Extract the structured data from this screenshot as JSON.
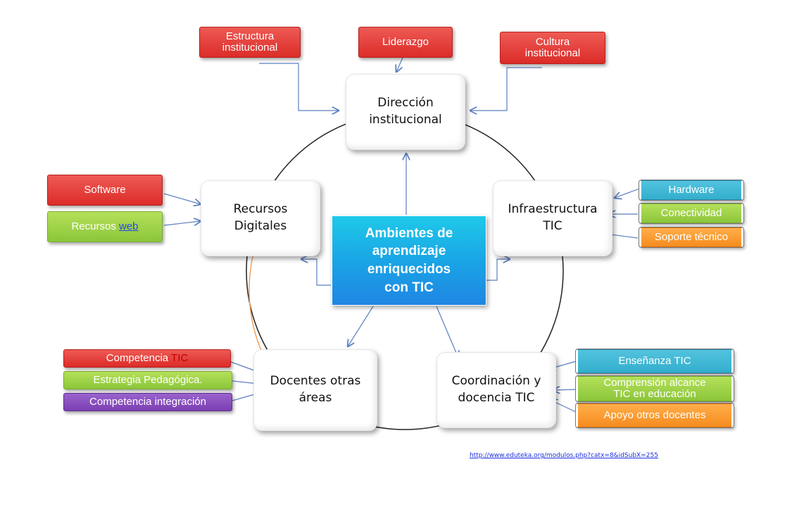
{
  "center": {
    "line1": "Ambientes de",
    "line2": "aprendizaje",
    "line3": "enriquecidos",
    "line4": "con TIC"
  },
  "nodes": {
    "direccion": {
      "line1": "Dirección",
      "line2": "institucional"
    },
    "infraestructura": {
      "line1": "Infraestructura",
      "line2": "TIC"
    },
    "coordinacion": {
      "line1": "Coordinación y",
      "line2": "docencia TIC"
    },
    "docentes": {
      "line1": "Docentes otras",
      "line2": "áreas"
    },
    "recursos": {
      "line1": "Recursos",
      "line2": "Digitales"
    }
  },
  "tags": {
    "estructura": {
      "line1": "Estructura",
      "line2": "institucional"
    },
    "liderazgo": "Liderazgo",
    "cultura": {
      "line1": "Cultura",
      "line2": "institucional"
    },
    "hardware": "Hardware",
    "conectividad": "Conectividad",
    "soporte": "Soporte técnico",
    "ensenanza": "Enseñanza TIC",
    "comprension": {
      "line1": "Comprensión alcance",
      "line2": "TIC  en educación"
    },
    "apoyo": "Apoyo otros docentes",
    "competencia_tic": {
      "prefix": "Competencia ",
      "suffix": "TIC"
    },
    "estrategia": "Estrategia Pedagógica.",
    "competencia_integracion": "Competencia integración",
    "software": "Software",
    "recursos_web": {
      "prefix": "Recursos ",
      "link": "web"
    }
  },
  "source_url": "http://www.eduteka.org/modulos.php?catx=8&idSubX=255",
  "colors": {
    "red_tag": "#dc2c28",
    "green_tag": "#8cc63a",
    "purple_tag": "#7b3fb2",
    "blue_tag": "#33aecd",
    "orange_tag": "#f68c1f",
    "center_gradient_top": "#1fc9e8",
    "center_gradient_bottom": "#1f86e3",
    "arrow_blue": "#5b7fc0",
    "cycle_ring": "#222222",
    "orange_arc": "#f0a060"
  }
}
